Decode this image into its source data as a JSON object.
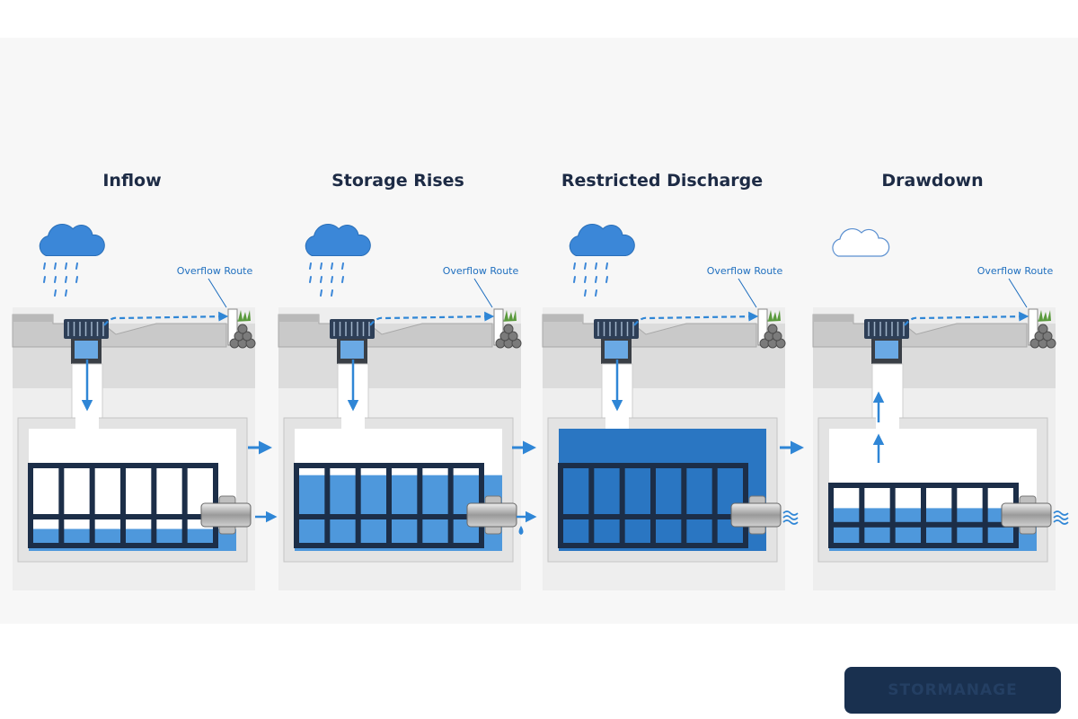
{
  "panels": [
    {
      "title": "Inflow",
      "overflow_label": "Overflow Route",
      "weather": "rain",
      "water_level": 0.18,
      "flow": "down",
      "outlet": "arrow"
    },
    {
      "title": "Storage Rises",
      "overflow_label": "Overflow Route",
      "weather": "rain",
      "water_level": 0.62,
      "flow": "down",
      "outlet": "drop"
    },
    {
      "title": "Restricted Discharge",
      "overflow_label": "Overflow Route",
      "weather": "rain",
      "water_level": 1.0,
      "flow": "down",
      "outlet": "waves"
    },
    {
      "title": "Drawdown",
      "overflow_label": "Overflow Route",
      "weather": "clear",
      "water_level": 0.35,
      "flow": "up",
      "outlet": "waves"
    }
  ],
  "brand": {
    "name": "STORMANAGE"
  },
  "colors": {
    "water": "#2f86d6",
    "water_dark": "#1f6fbf",
    "frame": "#1c2e48",
    "arrow": "#2f86d6",
    "title": "#1d2b45",
    "soil": "#dcdcdc",
    "chamber_wall": "#e3e3e3",
    "brand_bg": "#19304f"
  },
  "icons": [
    "rain-cloud-icon",
    "cloud-outline-icon",
    "grate-icon",
    "outlet-pipe-icon",
    "flow-arrow-icon"
  ]
}
